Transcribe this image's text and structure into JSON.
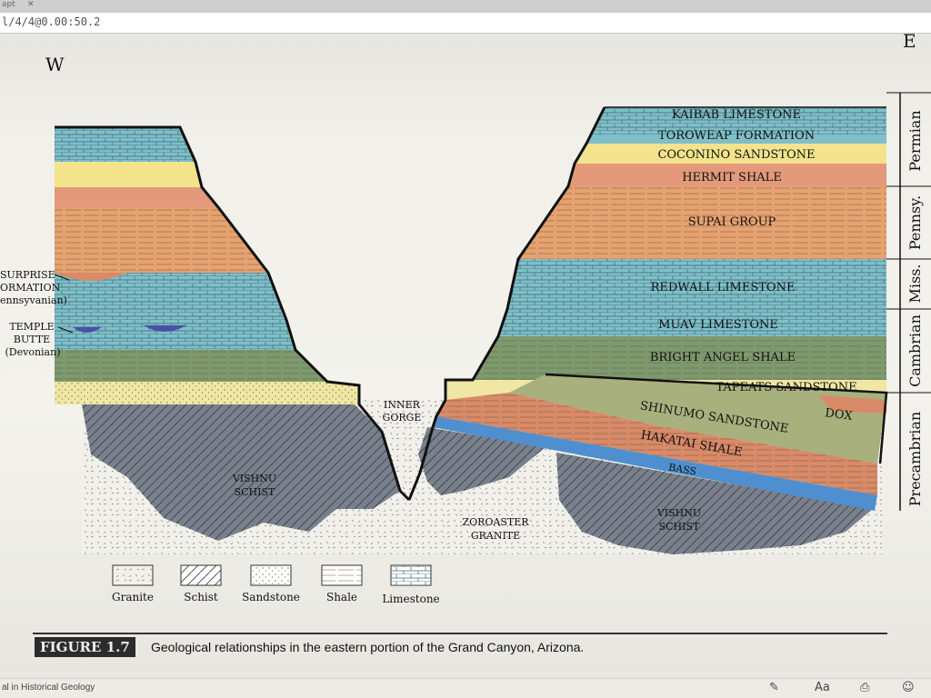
{
  "browser": {
    "tab_label": "apt",
    "url": "l/4/4@0.00:50.2"
  },
  "directions": {
    "west": "W",
    "east": "E"
  },
  "formations_east": [
    "KAIBAB LIMESTONE",
    "TOROWEAP FORMATION",
    "COCONINO SANDSTONE",
    "HERMIT SHALE",
    "SUPAI GROUP",
    "REDWALL LIMESTONE",
    "MUAV LIMESTONE",
    "BRIGHT ANGEL SHALE",
    "TAPEATS SANDSTONE",
    "DOX",
    "SHINUMO SANDSTONE",
    "HAKATAI SHALE",
    "BASS"
  ],
  "basement": {
    "vishnu_left": [
      "VISHNU",
      "SCHIST"
    ],
    "vishnu_right": [
      "VISHNU",
      "SCHIST"
    ],
    "zoroaster": [
      "ZOROASTER",
      "GRANITE"
    ],
    "inner_gorge": [
      "INNER",
      "GORGE"
    ]
  },
  "west_labels": {
    "surprise": [
      "SURPRISE",
      "ORMATION",
      "ennsyvanian)"
    ],
    "temple": [
      "TEMPLE",
      "BUTTE",
      "(Devonian)"
    ]
  },
  "periods": [
    "Permian",
    "Pennsy.",
    "Miss.",
    "Cambrian",
    "Precambrian"
  ],
  "legend": [
    "Granite",
    "Schist",
    "Sandstone",
    "Shale",
    "Limestone"
  ],
  "caption": {
    "badge": "FIGURE 1.7",
    "text": "Geological relationships in the eastern portion of the Grand Canyon, Arizona."
  },
  "footer": {
    "book_title": "al in Historical Geology",
    "font_button": "Aa"
  },
  "colors": {
    "limestone": "#7fbfc9",
    "coconino": "#f3e38c",
    "hermit": "#e3997a",
    "supai": "#e7a270",
    "bright_angel": "#7d9a6e",
    "tapeats": "#f0e7a4",
    "shinumo": "#a8b07d",
    "hakatai": "#d98a68",
    "bass": "#4f8fcf",
    "schist": "#78808c",
    "granite": "#f2f0ea"
  }
}
